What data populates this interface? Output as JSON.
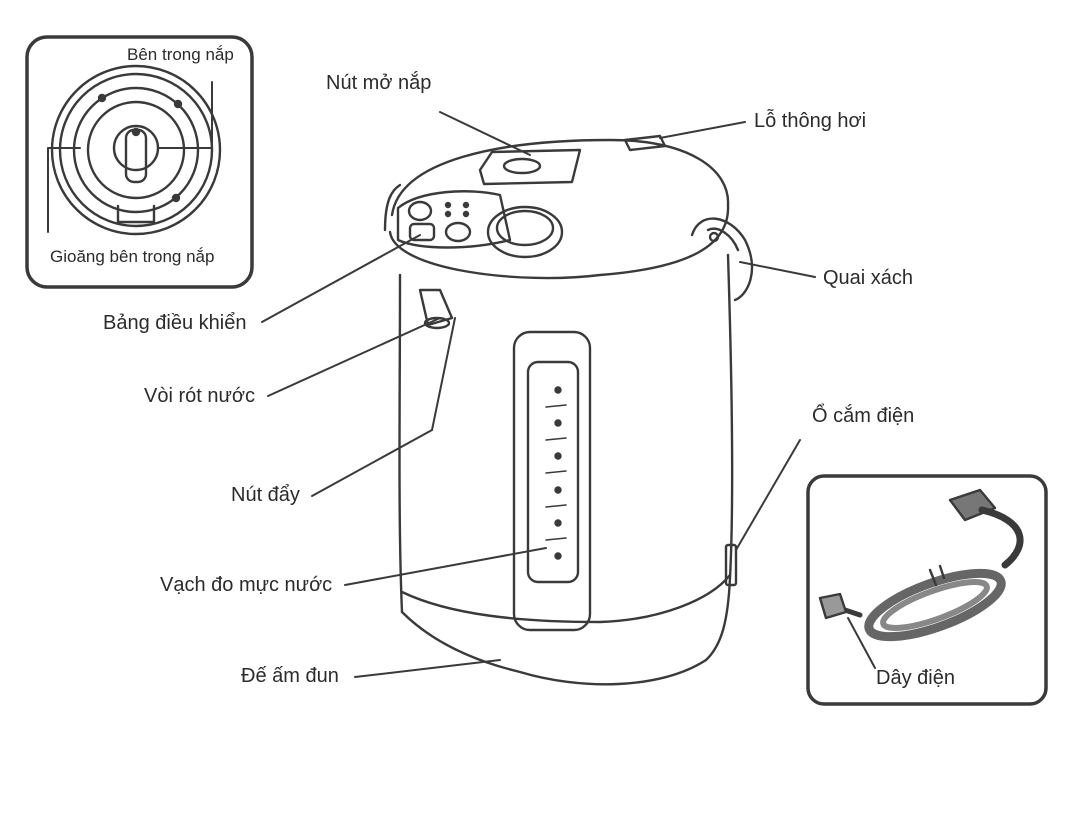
{
  "labels": {
    "lid_open_button": "Nút mở nắp",
    "steam_vent": "Lỗ thông hơi",
    "carry_handle": "Quai xách",
    "control_panel": "Bảng điều khiển",
    "spout": "Vòi rót nước",
    "push_button": "Nút đẩy",
    "power_socket": "Ổ cắm điện",
    "water_level_gauge": "Vạch đo mực nước",
    "base": "Đế ấm đun",
    "lid_inside": "Bên trong nắp",
    "lid_gasket": "Gioăng bên trong nắp",
    "power_cord": "Dây điện"
  },
  "colors": {
    "ink": "#3a3a3a",
    "text": "#2b2b2b",
    "background": "#ffffff"
  }
}
